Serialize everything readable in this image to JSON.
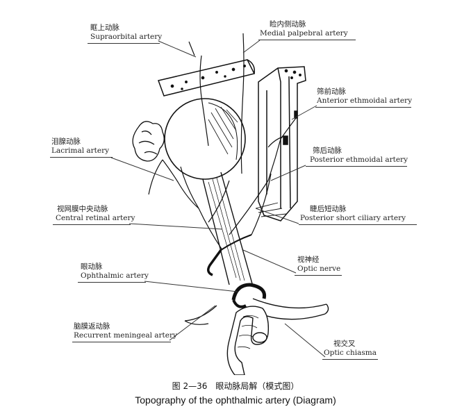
{
  "labels": {
    "supraorbital_zh": "眶上动脉",
    "supraorbital_en": "Supraorbital artery",
    "medial_palpebral_zh": "睑内侧动脉",
    "medial_palpebral_en": "Medial palpebral artery",
    "anterior_ethmoidal_zh": "筛前动脉",
    "anterior_ethmoidal_en": "Anterior ethmoidal artery",
    "lacrimal_zh": "泪腺动脉",
    "lacrimal_en": "Lacrimal artery",
    "posterior_ethmoidal_zh": "筛后动脉",
    "posterior_ethmoidal_en": "Posterior ethmoidal artery",
    "central_retinal_zh": "视网膜中央动脉",
    "central_retinal_en": "Central retinal artery",
    "posterior_ciliary_zh": "睫后短动脉",
    "posterior_ciliary_en": "Posterior short ciliary artery",
    "optic_nerve_zh": "视神经",
    "optic_nerve_en": "Optic nerve",
    "ophthalmic_zh": "眼动脉",
    "ophthalmic_en": "Ophthalmic artery",
    "recurrent_meningeal_zh": "脑膜返动脉",
    "recurrent_meningeal_en": "Recurrent meningeal artery",
    "optic_chiasma_zh": "视交叉",
    "optic_chiasma_en": "Optic chiasma"
  },
  "caption": {
    "zh": "图 2—36　眼动脉局解（模式图）",
    "en": "Topography of the ophthalmic artery (Diagram)"
  },
  "colors": {
    "ink": "#111111",
    "background": "#ffffff"
  }
}
